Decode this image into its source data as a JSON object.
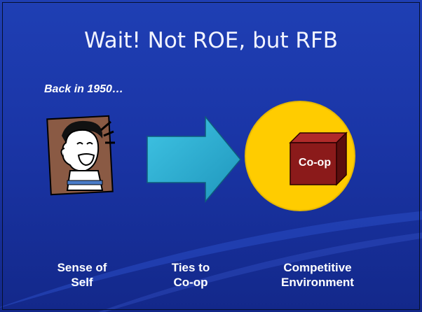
{
  "slide": {
    "title": "Wait! Not ROE, but RFB",
    "subtitle": "Back in 1950…",
    "box_label": "Co-op",
    "captions": {
      "left": "Sense of\nSelf",
      "middle": "Ties to\nCo-op",
      "right": "Competitive\nEnvironment"
    }
  },
  "colors": {
    "background": "#1a35a6",
    "arrow": "#2fb0d0",
    "circle": "#ffcc00",
    "box": "#8b1a1a",
    "picture_frame": "#8a5a44"
  },
  "icons": {
    "person": "excited-person-icon",
    "arrow": "right-arrow-icon",
    "circle": "environment-circle",
    "box": "co-op-box-icon"
  }
}
